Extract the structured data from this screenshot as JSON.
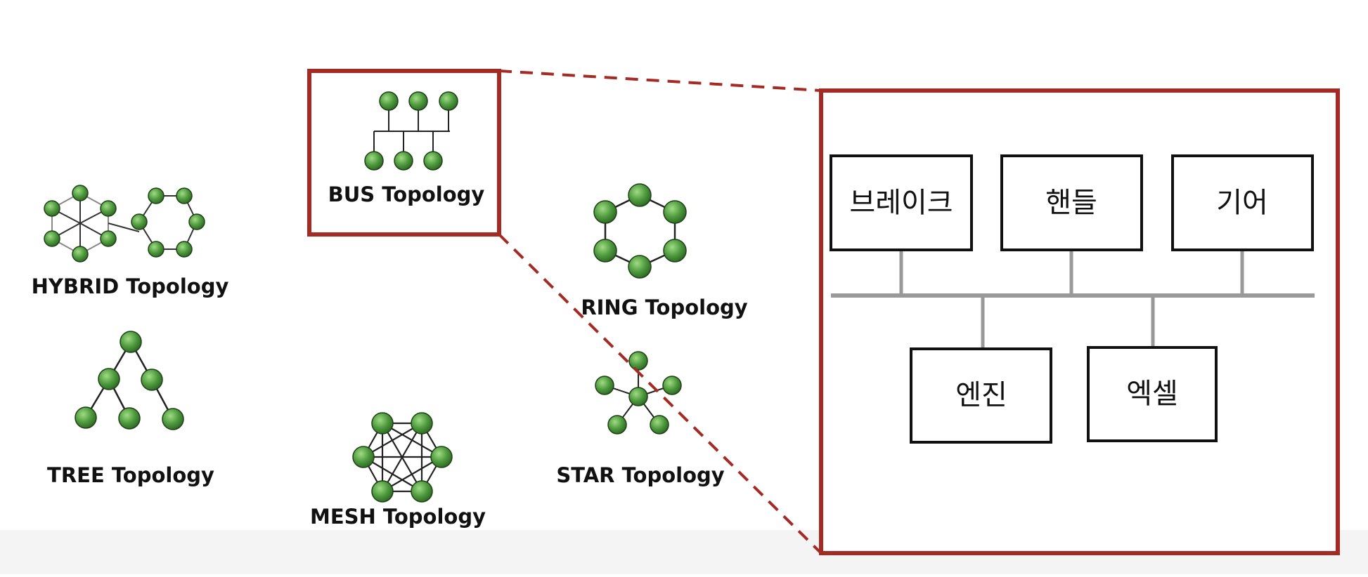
{
  "topologies": {
    "hybrid": "HYBRID Topology",
    "tree": "TREE Topology",
    "bus": "BUS Topology",
    "mesh": "MESH Topology",
    "ring": "RING Topology",
    "star": "STAR Topology"
  },
  "zoom_panel": {
    "top_nodes": [
      "브레이크",
      "핸들",
      "기어"
    ],
    "bottom_nodes": [
      "엔진",
      "엑셀"
    ]
  },
  "colors": {
    "highlight": "#a52a24",
    "node_fill": "#4f9a3e",
    "node_stroke": "#1e4016",
    "bus_line": "#999999"
  }
}
